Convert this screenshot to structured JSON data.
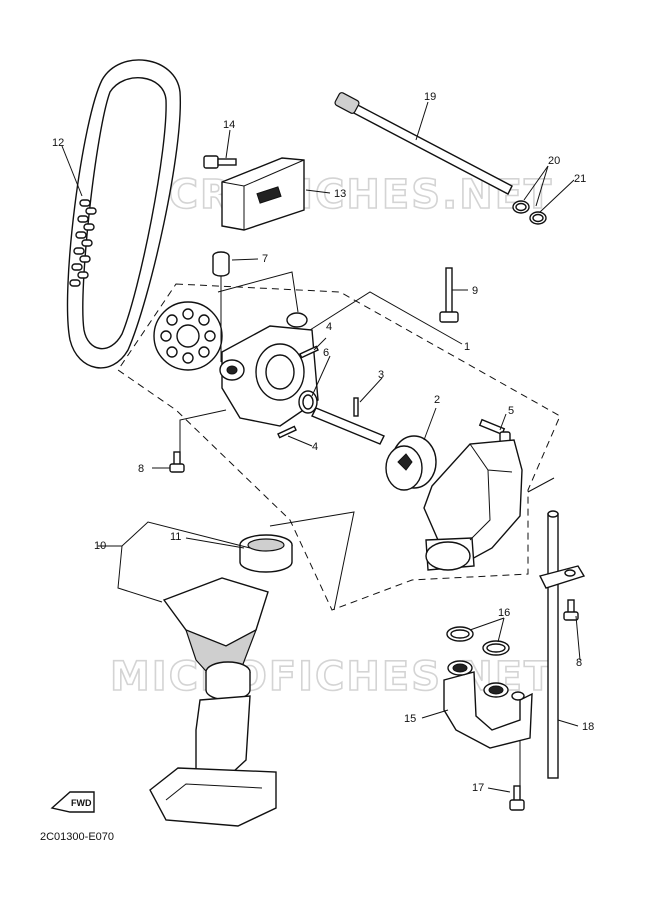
{
  "watermark": {
    "text": "MICROFICHES.NET"
  },
  "diagram_code": "2C01300-E070",
  "fwd_label": "FWD",
  "callouts": [
    {
      "id": "c1",
      "label": "1"
    },
    {
      "id": "c2",
      "label": "2"
    },
    {
      "id": "c3",
      "label": "3"
    },
    {
      "id": "c4a",
      "label": "4"
    },
    {
      "id": "c4b",
      "label": "4"
    },
    {
      "id": "c5",
      "label": "5"
    },
    {
      "id": "c6",
      "label": "6"
    },
    {
      "id": "c7",
      "label": "7"
    },
    {
      "id": "c8a",
      "label": "8"
    },
    {
      "id": "c8b",
      "label": "8"
    },
    {
      "id": "c9",
      "label": "9"
    },
    {
      "id": "c10",
      "label": "10"
    },
    {
      "id": "c11",
      "label": "11"
    },
    {
      "id": "c12",
      "label": "12"
    },
    {
      "id": "c13",
      "label": "13"
    },
    {
      "id": "c14",
      "label": "14"
    },
    {
      "id": "c15",
      "label": "15"
    },
    {
      "id": "c16",
      "label": "16"
    },
    {
      "id": "c17",
      "label": "17"
    },
    {
      "id": "c18",
      "label": "18"
    },
    {
      "id": "c19",
      "label": "19"
    },
    {
      "id": "c20",
      "label": "20"
    },
    {
      "id": "c21",
      "label": "21"
    }
  ]
}
